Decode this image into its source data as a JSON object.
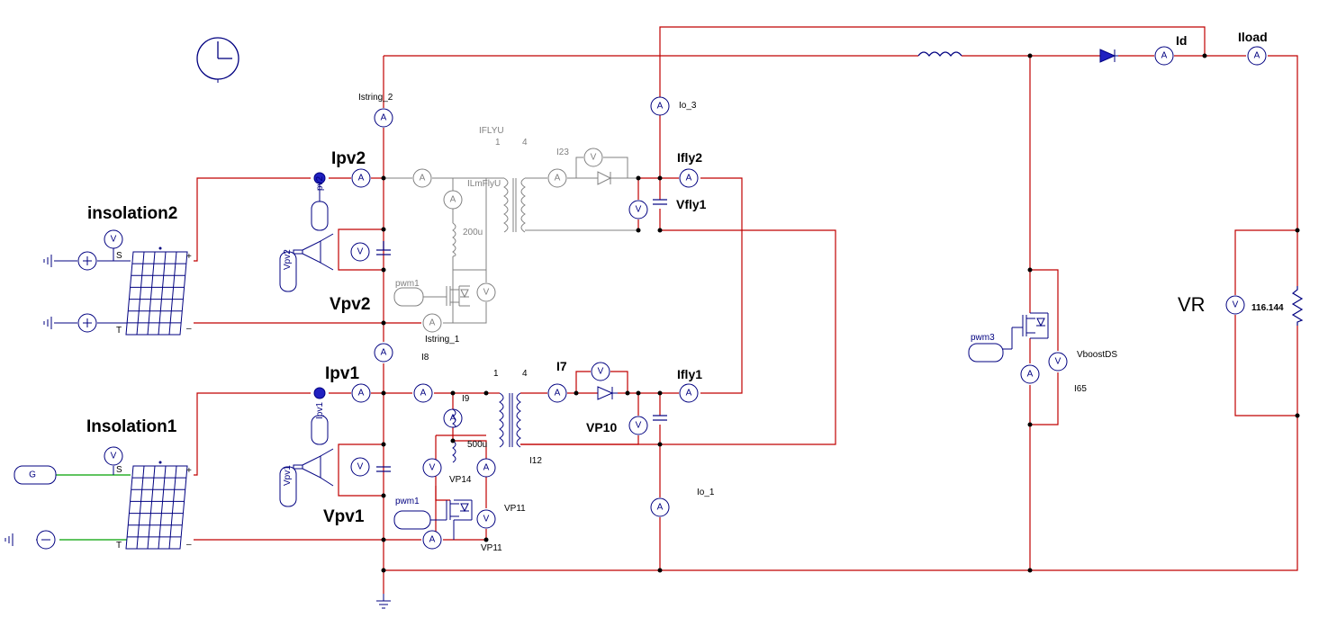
{
  "labels": {
    "insolation2": "insolation2",
    "insolation1": "Insolation1",
    "ipv2": "Ipv2",
    "ipv1": "Ipv1",
    "vpv2": "Vpv2",
    "vpv1": "Vpv1",
    "istring_2": "Istring_2",
    "istring_1": "Istring_1",
    "i8": "I8",
    "iflyu": "IFLYU",
    "ilmflyu": "ILmFlyU",
    "i23": "I23",
    "io_3": "Io_3",
    "ifly2": "Ifly2",
    "vfly1": "Vfly1",
    "i9": "I9",
    "i7": "I7",
    "ifly1": "Ifly1",
    "vp10": "VP10",
    "vp14": "VP14",
    "vp11": "VP11",
    "vp11b": "VP11",
    "i12": "I12",
    "io_1": "Io_1",
    "id": "Id",
    "iload": "Iload",
    "vr": "VR",
    "vr_value": "116.144",
    "vboostds": "VboostDS",
    "i65": "I65",
    "pwm1_top": "pwm1",
    "pwm1_bot": "pwm1",
    "pwm3": "pwm3",
    "ind_200u": "200u",
    "ind_500u": "500u",
    "g_source": "G",
    "s_top": "S",
    "t_top": "T",
    "s_bot": "S",
    "t_bot": "T",
    "plus": "+",
    "minus": "–",
    "pv2": "pv2",
    "pv1": "Ipv1",
    "vpv2_probe": "Vpv2",
    "vpv1_probe": "Vpv1",
    "tx_n1_top": "1",
    "tx_n4_top": "4",
    "tx_n1_bot": "1",
    "tx_n4_bot": "4"
  },
  "meter_symbols": {
    "ammeter": "A",
    "voltmeter": "V"
  },
  "icons": [
    "clock-icon",
    "ground-icon",
    "solar-panel-icon",
    "ammeter-icon",
    "voltmeter-icon",
    "transformer-icon",
    "mosfet-icon",
    "diode-icon",
    "inductor-icon",
    "capacitor-icon",
    "resistor-icon"
  ],
  "colors": {
    "wire_red": "#c00000",
    "wire_green": "#00a000",
    "wire_gray": "#808080",
    "component_blue": "#000080"
  }
}
